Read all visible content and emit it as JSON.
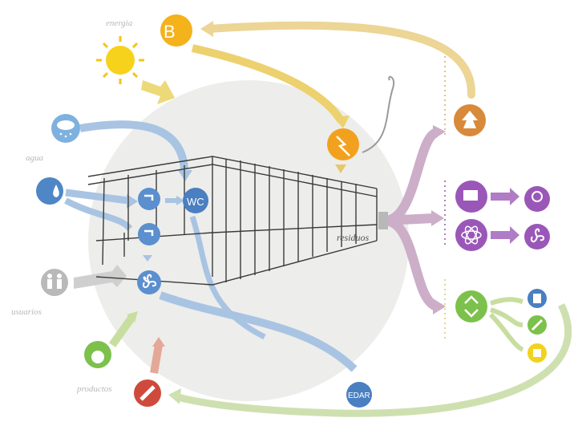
{
  "labels": {
    "energia": "energia",
    "agua": "agua",
    "usuarios": "usuarios",
    "productos": "productos",
    "residuos": "residuos"
  },
  "nodes": {
    "wc": "WC",
    "edar": "EDAR",
    "b": "B"
  },
  "colors": {
    "energy": "#f4b21b",
    "energy_arrow": "#e9d36a",
    "water": "#7ba7d4",
    "water_arrow": "#a9c5e3",
    "users": "#b9b9b9",
    "organic": "#d9893a",
    "purple": "#9a57b8",
    "recycle": "#7cc14b",
    "waste_arrow": "#c9a9c8",
    "green_arrow": "#c8dca4",
    "red": "#cf4a3c",
    "building_circle": "#ececea"
  }
}
